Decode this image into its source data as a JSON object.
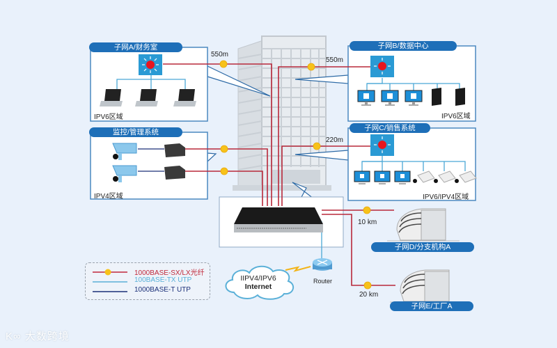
{
  "subnets": {
    "a": {
      "title": "子网A/财务室",
      "zone": "IPV6区域",
      "distance": "550m"
    },
    "b": {
      "title": "子网B/数据中心",
      "zone": "IPV6区域",
      "distance": "550m"
    },
    "monitor": {
      "title": "监控/管理系统",
      "zone": "IPV4区域"
    },
    "c": {
      "title": "子网C/销售系统",
      "zone": "IPV6/IPV4区域",
      "distance": "220m"
    },
    "d": {
      "title": "子网D/分支机构A",
      "distance": "10 km"
    },
    "e": {
      "title": "子网E/工厂A",
      "distance": "20 km"
    }
  },
  "internet": {
    "line1": "IIPV4/IPV6",
    "line2": "Internet"
  },
  "router": {
    "label": "Router"
  },
  "legend": {
    "items": [
      {
        "label": "1000BASE-SX/LX光纤",
        "color": "#c0283a"
      },
      {
        "label": "100BASE-TX UTP",
        "color": "#5ab0d8"
      },
      {
        "label": "1000BASE-T UTP",
        "color": "#1a2f78"
      }
    ]
  },
  "watermark": "大数跨境",
  "colors": {
    "fiber": "#b8283a",
    "utp_tx": "#4aa8d6",
    "utp_t": "#1a2f78",
    "accent": "#1e6fb8",
    "badge": "#f7c21a"
  }
}
